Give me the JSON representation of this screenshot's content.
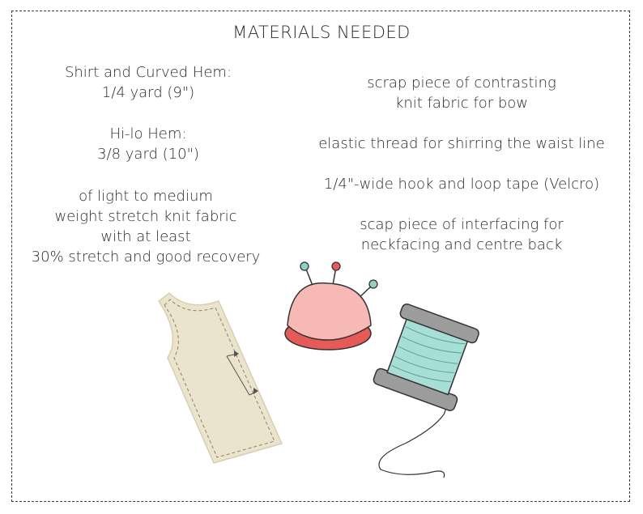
{
  "title": "MATERIALS NEEDED",
  "left": [
    {
      "lines": [
        "Shirt and Curved Hem:",
        "1/4 yard (9\")"
      ]
    },
    {
      "lines": [
        "Hi-lo Hem:",
        "3/8 yard (10\")"
      ]
    },
    {
      "lines": [
        "of light to medium",
        "weight stretch knit fabric",
        "with at least",
        "30% stretch and good recovery"
      ]
    }
  ],
  "right": [
    {
      "lines": [
        "scrap piece of contrasting",
        "knit fabric for bow"
      ]
    },
    {
      "lines": [
        "elastic thread for shirring the waist line"
      ]
    },
    {
      "lines": [
        "1/4\"-wide hook and loop tape (Velcro)"
      ]
    },
    {
      "lines": [
        "scap piece of interfacing for",
        "neckfacing and centre back"
      ]
    }
  ],
  "illustrations": {
    "pattern_piece": "fabric-pattern-piece-icon",
    "pincushion": "pincushion-icon",
    "thread_spool": "thread-spool-icon"
  },
  "colors": {
    "pattern_fill": "#ebe3cc",
    "pincushion_top": "#f7b9b6",
    "pincushion_base": "#e65a58",
    "pin_teal": "#8fd1c5",
    "pin_red": "#e65a58",
    "spool_grey": "#9c9c9c",
    "thread_teal": "#a7ded5"
  }
}
